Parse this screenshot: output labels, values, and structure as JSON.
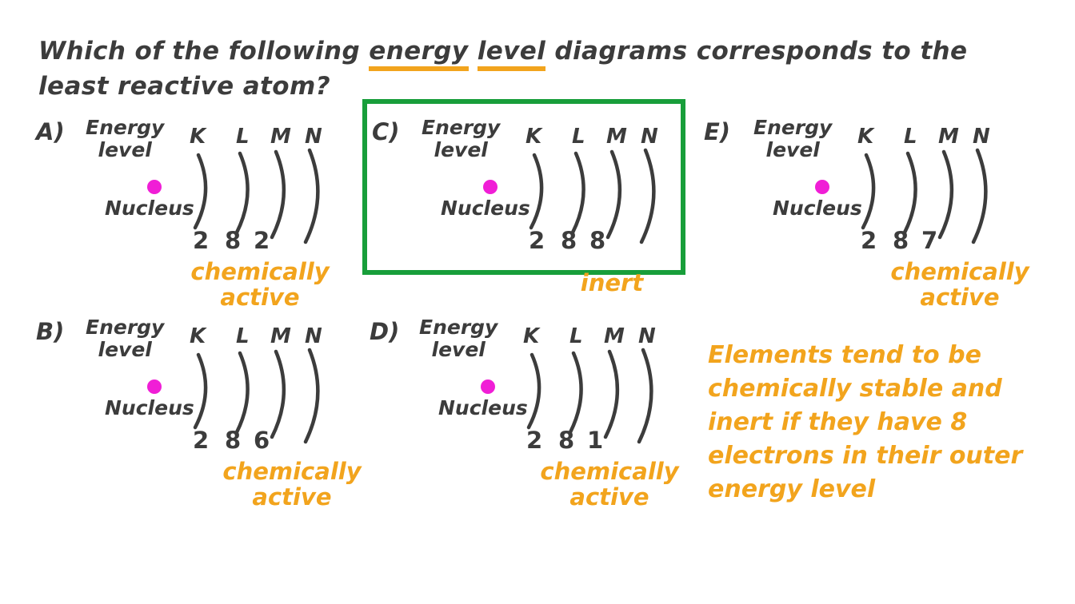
{
  "question": {
    "pre": "Which of the following",
    "underlined_word_1": "energy",
    "underlined_word_2": "level",
    "post": "diagrams corresponds to the",
    "line2": "least reactive atom?"
  },
  "diagrams": [
    {
      "label": "A)",
      "energy_line1": "Energy",
      "energy_line2": "level",
      "shells": [
        "K",
        "L",
        "M",
        "N"
      ],
      "nucleus": "Nucleus",
      "electrons": [
        "2",
        "8",
        "2"
      ],
      "status_line1": "chemically",
      "status_line2": "active",
      "highlighted": false
    },
    {
      "label": "B)",
      "energy_line1": "Energy",
      "energy_line2": "level",
      "shells": [
        "K",
        "L",
        "M",
        "N"
      ],
      "nucleus": "Nucleus",
      "electrons": [
        "2",
        "8",
        "6"
      ],
      "status_line1": "chemically",
      "status_line2": "active",
      "highlighted": false
    },
    {
      "label": "C)",
      "energy_line1": "Energy",
      "energy_line2": "level",
      "shells": [
        "K",
        "L",
        "M",
        "N"
      ],
      "nucleus": "Nucleus",
      "electrons": [
        "2",
        "8",
        "8"
      ],
      "status_line1": "inert",
      "status_line2": "",
      "highlighted": true
    },
    {
      "label": "D)",
      "energy_line1": "Energy",
      "energy_line2": "level",
      "shells": [
        "K",
        "L",
        "M",
        "N"
      ],
      "nucleus": "Nucleus",
      "electrons": [
        "2",
        "8",
        "1"
      ],
      "status_line1": "chemically",
      "status_line2": "active",
      "highlighted": false
    },
    {
      "label": "E)",
      "energy_line1": "Energy",
      "energy_line2": "level",
      "shells": [
        "K",
        "L",
        "M",
        "N"
      ],
      "nucleus": "Nucleus",
      "electrons": [
        "2",
        "8",
        "7"
      ],
      "status_line1": "chemically",
      "status_line2": "active",
      "highlighted": false
    }
  ],
  "note_lines": [
    "Elements tend to be",
    "chemically stable and",
    "inert if they have 8",
    "electrons in their outer",
    "energy level"
  ],
  "colors": {
    "ink": "#3c3c3c",
    "accent_orange": "#F2A41D",
    "nucleus_magenta": "#F01ED6",
    "highlight_green": "#189E3A",
    "background": "#ffffff"
  }
}
